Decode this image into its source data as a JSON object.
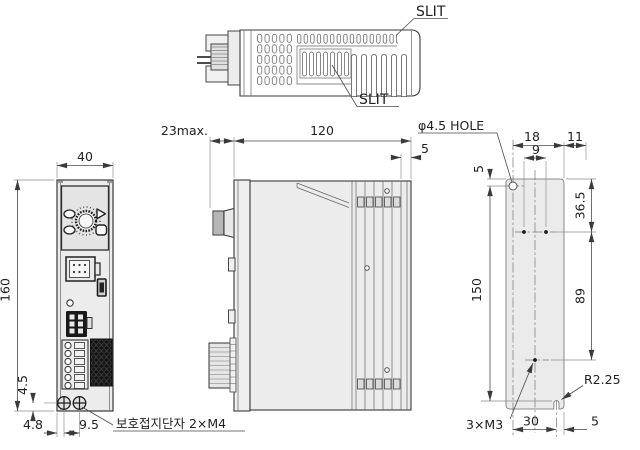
{
  "drawing_title": "driver-outline-dimension-drawing",
  "labels": {
    "slit_top": "SLIT",
    "slit_side": "SLIT",
    "hole": "φ4.5 HOLE",
    "m3": "3×M3",
    "radius": "R2.25",
    "earth_terminal": "보호접지단자 2×M4"
  },
  "dims": {
    "front_width": "40",
    "front_height": "160",
    "depth_max": "23max.",
    "body_depth": "120",
    "fin_offset": "5",
    "screw_v": "4.5",
    "screw_left": "4.8",
    "screw_pitch": "9.5",
    "plate_top": "5",
    "span18": "18",
    "span9": "9",
    "span11": "11",
    "upper": "36.5",
    "height": "150",
    "lower": "89",
    "bottom30": "30",
    "bottom5": "5"
  },
  "colors": {
    "body_fill": "#ececec",
    "panel_fill": "#e4e4e4",
    "line": "#3a3a3a",
    "dark_connector": "#161616"
  }
}
